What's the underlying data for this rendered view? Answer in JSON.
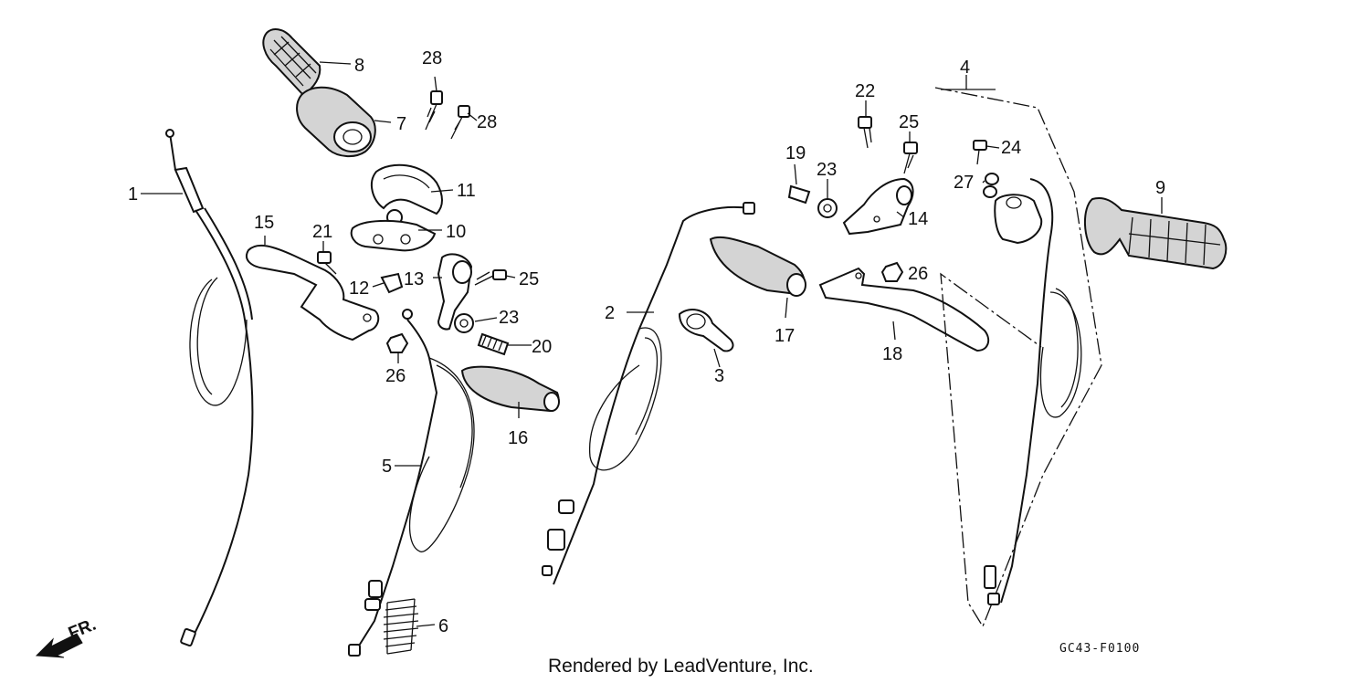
{
  "labels": {
    "p1": "1",
    "p2": "2",
    "p3": "3",
    "p4": "4",
    "p5": "5",
    "p6": "6",
    "p7": "7",
    "p8": "8",
    "p9": "9",
    "p10": "10",
    "p11": "11",
    "p12": "12",
    "p13": "13",
    "p14": "14",
    "p15": "15",
    "p16": "16",
    "p17": "17",
    "p18": "18",
    "p19": "19",
    "p20": "20",
    "p21": "21",
    "p22": "22",
    "p23": "23",
    "p24": "24",
    "p25": "25",
    "p26": "26",
    "p27": "27",
    "p28": "28"
  },
  "footer": {
    "credit": "Rendered by LeadVenture, Inc.",
    "diagram_code": "GC43-F0100",
    "direction": "FR."
  }
}
